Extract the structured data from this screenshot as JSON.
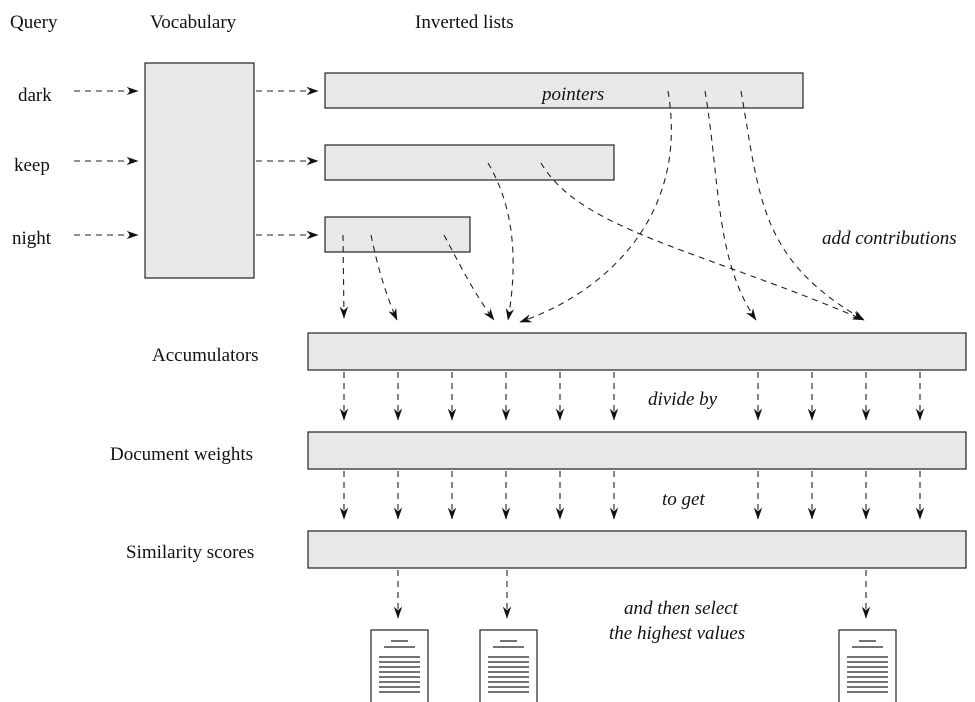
{
  "headers": {
    "query": "Query",
    "vocabulary": "Vocabulary",
    "inverted_lists": "Inverted lists"
  },
  "query_terms": [
    "dark",
    "keep",
    "night"
  ],
  "pointers_label": "pointers",
  "add_contributions_label": "add contributions",
  "stages": {
    "accumulators": "Accumulators",
    "document_weights": "Document weights",
    "similarity_scores": "Similarity scores"
  },
  "notes": {
    "divide_by": "divide by",
    "to_get": "to get",
    "select_line1": "and then select",
    "select_line2": "the highest values"
  }
}
